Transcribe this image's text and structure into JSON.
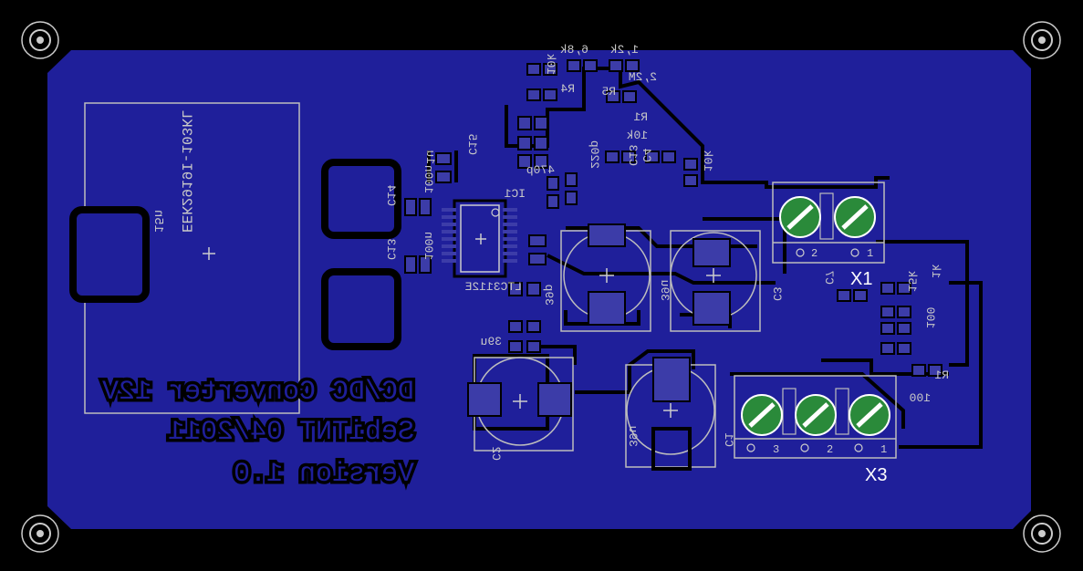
{
  "board": {
    "colors": {
      "background": "#000000",
      "copper": "#1f1f9a",
      "pad": "#3c3ca8",
      "silkscreen": "#c8c8c8",
      "terminal_green": "#2a8a3a"
    }
  },
  "title_block": {
    "line1": "DC/DC Converter 12V",
    "line2": "SebiTNT 04/2011",
    "line3": "Version 1.0"
  },
  "inductor_label": "EEK2919I-103KL",
  "inductor_value": "15n",
  "ic_name": "IC1",
  "ic_part": "LTC3112E",
  "connectors": [
    {
      "name": "X1",
      "pins": [
        "2",
        "1"
      ]
    },
    {
      "name": "X3",
      "pins": [
        "3",
        "2",
        "1"
      ]
    }
  ],
  "capacitors": {
    "c1": "C1",
    "c1_value": "39u",
    "c2": "C2",
    "c2_value": "39u",
    "c3": "C3",
    "c3_value": "39u",
    "c4": "C4",
    "c14": "C14",
    "c14_value": "100n",
    "c13": "C13",
    "c13_value": "100n",
    "c15": "C15",
    "c15_value": "1u",
    "c7": "C7",
    "c13b": "C13",
    "c6_value": "39p",
    "c_top_value": "220p",
    "c_mid_value": "470p"
  },
  "resistors": {
    "r1": "R1",
    "r1_value": "10k",
    "r4": "R4",
    "r5": "R5",
    "r_big": "R1",
    "v_68k": "6,8k",
    "v_12k": "1,2k",
    "v_22m": "2,2M",
    "v_10k_a": "10k",
    "v_10k_b": "10k",
    "v_100_a": "100",
    "v_100_b": "100",
    "v_1k": "1k",
    "v_15k": "15k"
  }
}
